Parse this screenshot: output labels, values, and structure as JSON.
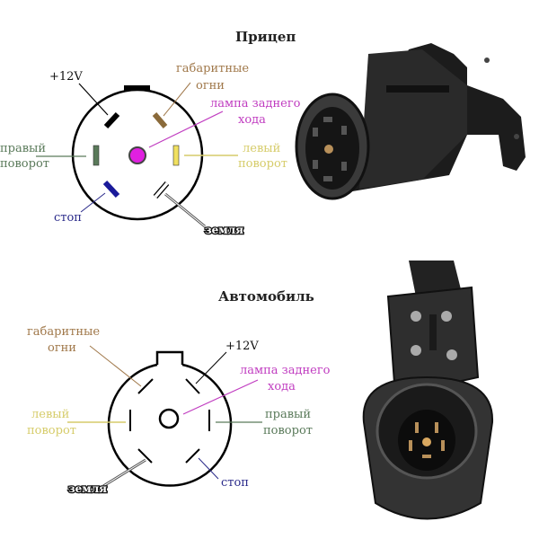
{
  "trailer": {
    "title": "Прицеп",
    "labels": {
      "plus12v": "+12V",
      "marker_line1": "габаритные",
      "marker_line2": "огни",
      "reverse_line1": "лампа заднего",
      "reverse_line2": "хода",
      "right_line1": "правый",
      "right_line2": "поворот",
      "left_line1": "левый",
      "left_line2": "поворот",
      "stop": "стоп",
      "ground": "земля"
    }
  },
  "car": {
    "title": "Автомобиль",
    "labels": {
      "plus12v": "+12V",
      "marker_line1": "габаритные",
      "marker_line2": "огни",
      "reverse_line1": "лампа заднего",
      "reverse_line2": "хода",
      "right_line1": "правый",
      "right_line2": "поворот",
      "left_line1": "левый",
      "left_line2": "поворот",
      "stop": "стоп",
      "ground": "земля"
    }
  },
  "colors": {
    "plus12v": "#111111",
    "marker": "#a0784a",
    "reverse": "#c03cc0",
    "right": "#5a7a5a",
    "left": "#d6cc6a",
    "stop": "#2a2a8a",
    "ground": "#888888"
  }
}
